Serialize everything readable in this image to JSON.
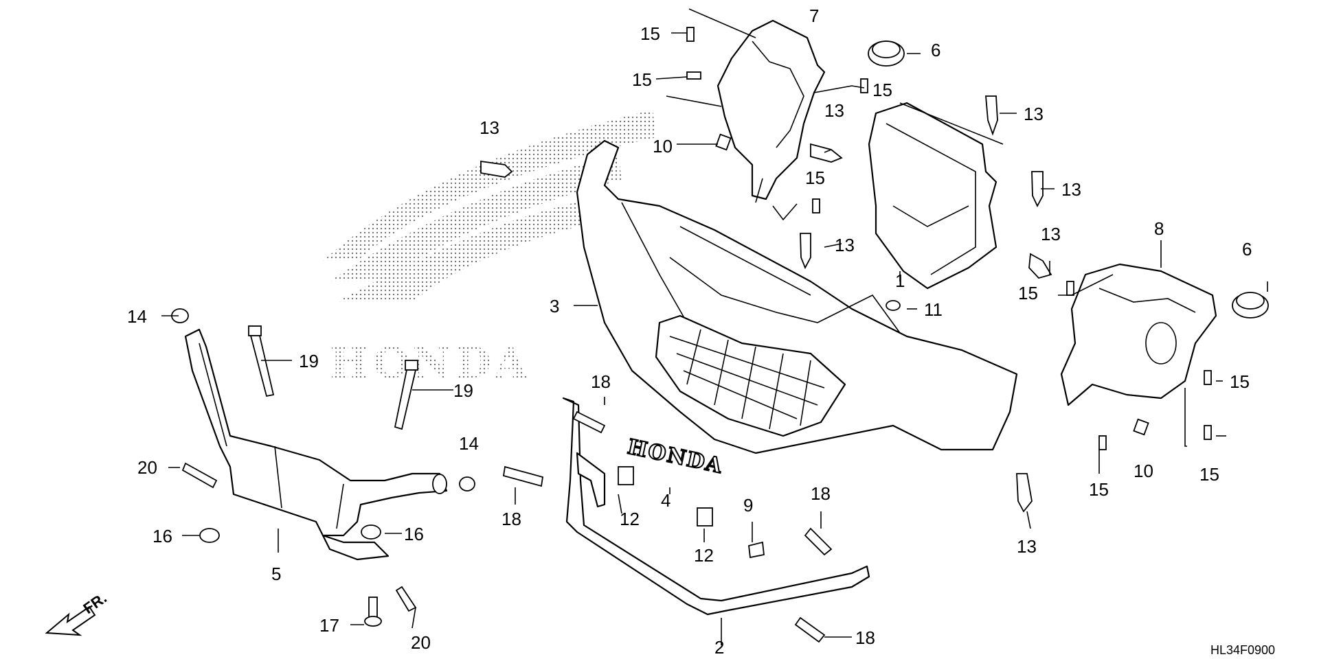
{
  "diagram": {
    "code": "HL34F0900",
    "fr_label": "FR.",
    "emblem_text": "HONDA",
    "watermark_text": "HONDA",
    "callouts": {
      "p1": "1",
      "p2": "2",
      "p3": "3",
      "p4": "4",
      "p5": "5",
      "p6a": "6",
      "p6b": "6",
      "p7": "7",
      "p8": "8",
      "p9": "9",
      "p10a": "10",
      "p10b": "10",
      "p11": "11",
      "p12a": "12",
      "p12b": "12",
      "p13a": "13",
      "p13b": "13",
      "p13c": "13",
      "p13d": "13",
      "p13e": "13",
      "p13f": "13",
      "p13g": "13",
      "p14a": "14",
      "p14b": "14",
      "p15a": "15",
      "p15b": "15",
      "p15c": "15",
      "p15d": "15",
      "p15e": "15",
      "p15f": "15",
      "p15g": "15",
      "p15h": "15",
      "p16a": "16",
      "p16b": "16",
      "p17": "17",
      "p18a": "18",
      "p18b": "18",
      "p18c": "18",
      "p18d": "18",
      "p19a": "19",
      "p19b": "19",
      "p20a": "20",
      "p20b": "20"
    }
  }
}
